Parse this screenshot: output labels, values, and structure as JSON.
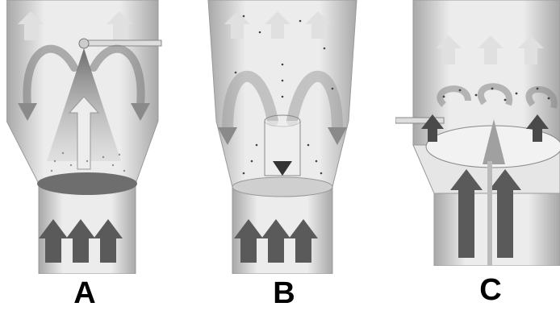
{
  "panels": [
    {
      "id": "a",
      "label": "A"
    },
    {
      "id": "b",
      "label": "B"
    },
    {
      "id": "c",
      "label": "C"
    }
  ],
  "colors": {
    "vessel_light": "#f4f4f4",
    "vessel_shade": "#bdbdbd",
    "arrow_dark": "#555555",
    "arrow_light": "#e6e6e6",
    "particle": "#444444",
    "outline": "#9a9a9a"
  }
}
